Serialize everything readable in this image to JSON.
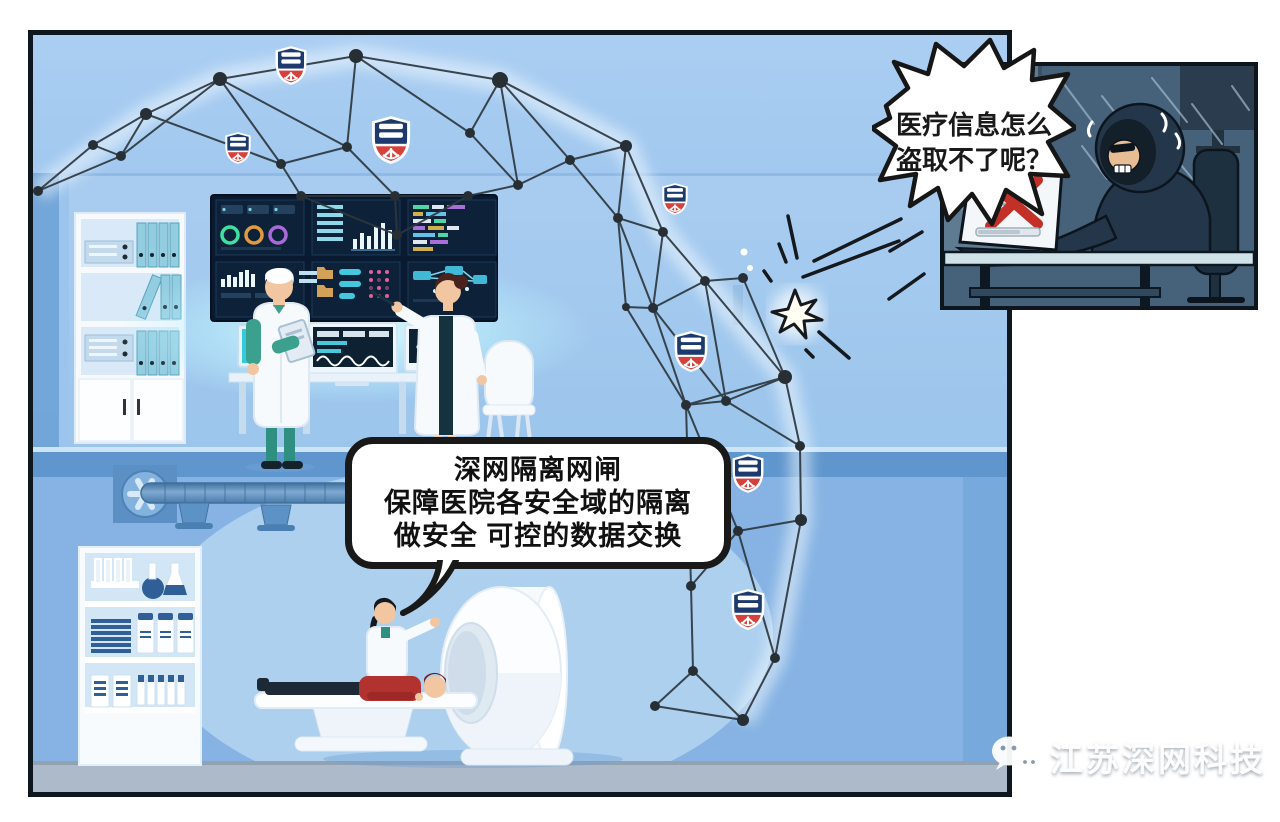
{
  "comic": {
    "hospital_panel": {
      "bubble": {
        "lines": [
          "深网隔离网闸",
          "保障医院各安全域的隔离",
          "做安全 可控的数据交换"
        ]
      },
      "shield_icon": "shenwang-security-shield",
      "colors": {
        "sky_blue": "#9cc4ec",
        "panel_border": "#0e171d",
        "shield_navy": "#1d3a6e",
        "shield_red": "#d7413c",
        "mesh_line": "#2c373f"
      }
    },
    "hacker_panel": {
      "bubble": {
        "lines": [
          "医疗信息怎么",
          "盗取不了呢？"
        ]
      },
      "colors": {
        "background": "#46627b",
        "blocked_x_red": "#c23028"
      }
    },
    "watermark": {
      "label": "江苏深网科技",
      "icon": "wechat-icon"
    }
  }
}
